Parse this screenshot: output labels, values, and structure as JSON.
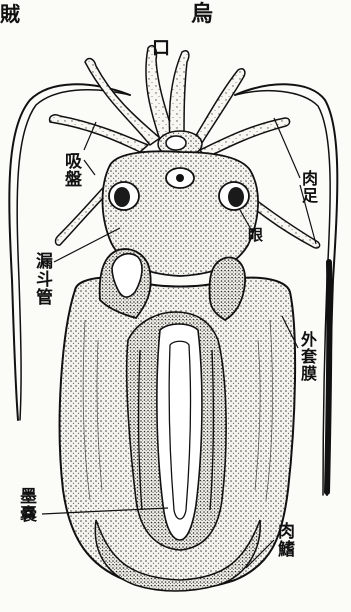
{
  "header": {
    "left_fragment": "賊",
    "title": "烏"
  },
  "labels": {
    "mouth": "口",
    "sucker": "吸盤",
    "arm": "肉足",
    "eye": "眼",
    "funnel": "漏斗管",
    "mantle": "外套膜",
    "ink_sac": "墨嚢",
    "fin": "肉鰭"
  },
  "colors": {
    "ink": "#111111",
    "paper": "#fbfbf8",
    "stipple": "#3a3a3a"
  }
}
